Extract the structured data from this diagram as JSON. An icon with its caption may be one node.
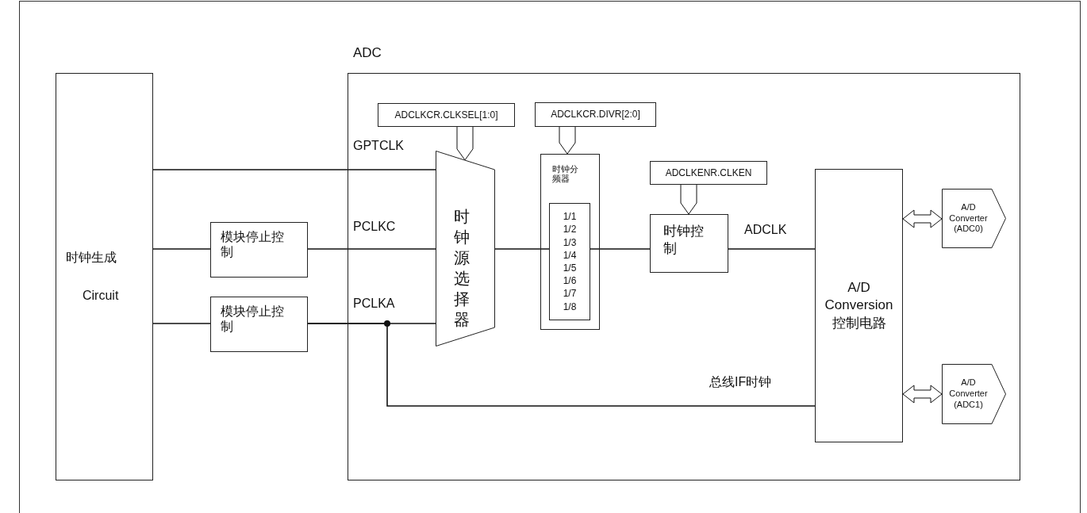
{
  "diagram": {
    "nodes": [
      {
        "text": [
          "时钟生成",
          "Circuit"
        ]
      },
      {
        "text": [
          "ADC"
        ]
      },
      {
        "text": [
          "模块停止控制"
        ]
      },
      {
        "text": [
          "模块停止控制"
        ]
      },
      {
        "text": [
          "ADCLKCR.CLKSEL[1:0]"
        ],
        "in": 1
      },
      {
        "text": [
          "时钟源选择器"
        ],
        "in": 1
      },
      {
        "text": [
          "ADCLKCR.DIVR[2:0]"
        ],
        "in": 1
      },
      {
        "text": [
          "时钟分频器"
        ],
        "in": 1
      },
      {
        "text": [
          "1/1",
          "1/2",
          "1/3",
          "1/4",
          "1/5",
          "1/6",
          "1/7",
          "1/8"
        ],
        "in": 7
      },
      {
        "text": [
          "ADCLKENR.CLKEN"
        ],
        "in": 1
      },
      {
        "text": [
          "时钟控制"
        ],
        "in": 1
      },
      {
        "text": [
          "A/D Conversion 控制电路"
        ],
        "in": 1
      },
      {
        "text": [
          "A/D Converter (ADC0)"
        ],
        "in": 1
      },
      {
        "text": [
          "A/D Converter (ADC1)"
        ],
        "in": 1
      }
    ],
    "edges": [
      {
        "from": 0,
        "to": 5,
        "arrow": "none",
        "label": "GPTCLK"
      },
      {
        "from": 0,
        "to": 2,
        "arrow": "none"
      },
      {
        "from": 2,
        "to": 5,
        "arrow": "none",
        "label": "PCLKC"
      },
      {
        "from": 0,
        "to": 3,
        "arrow": "none"
      },
      {
        "from": 3,
        "to": 5,
        "arrow": "none",
        "label": "PCLKA"
      },
      {
        "from": 3,
        "to": 11,
        "arrow": "none",
        "label": "总线IF时钟"
      },
      {
        "from": 5,
        "to": 8,
        "arrow": "none"
      },
      {
        "from": 8,
        "to": 10,
        "arrow": "none"
      },
      {
        "from": 10,
        "to": 11,
        "arrow": "none",
        "label": "ADCLK"
      },
      {
        "from": 4,
        "to": 5,
        "arrow": "to",
        "style": "thick"
      },
      {
        "from": 6,
        "to": 7,
        "arrow": "to",
        "style": "thick"
      },
      {
        "from": 9,
        "to": 10,
        "arrow": "to",
        "style": "thick"
      },
      {
        "from": 11,
        "to": 12,
        "arrow": "both",
        "style": "thick"
      },
      {
        "from": 11,
        "to": 13,
        "arrow": "both",
        "style": "thick"
      }
    ]
  }
}
